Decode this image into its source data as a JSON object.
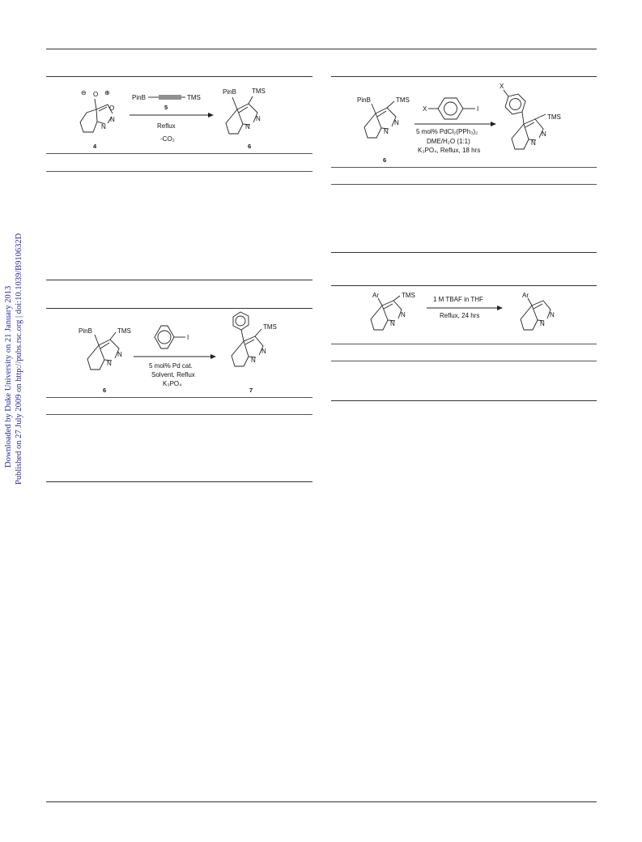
{
  "sidebar": {
    "line1": "Downloaded by Duke University on 21 January 2013",
    "line2": "Published on 27 July 2009 on http://pubs.rsc.org | doi:10.1039/B910632D"
  },
  "scheme1": {
    "reagent": "PinB",
    "reagent_end": "TMS",
    "reagent_num": "5",
    "cond1": "Reflux",
    "cond2": "-CO₂",
    "start_num": "4",
    "product_num": "6",
    "product_sub_left": "PinB",
    "product_sub_right": "TMS",
    "ring_O": "O",
    "ring_N1": "N",
    "ring_N2": "N",
    "minus": "⊖",
    "plus": "⊕"
  },
  "scheme2": {
    "sm_left": "PinB",
    "sm_right": "TMS",
    "sm_num": "6",
    "reagent_I": "I",
    "cond1": "5 mol% Pd cat.",
    "cond2": "Solvent, Reflux",
    "cond3": "K₃PO₄",
    "product_right": "TMS",
    "product_num": "7",
    "N1": "N",
    "N2": "N"
  },
  "scheme3": {
    "sm_left": "PinB",
    "sm_right": "TMS",
    "sm_num": "6",
    "reagent_X": "X",
    "reagent_I": "I",
    "cond1": "5 mol% PdCl₂(PPh₃)₂",
    "cond2": "DME/H₂O (1:1)",
    "cond3": "K₃PO₄, Reflux, 18 hrs",
    "product_X": "X",
    "product_right": "TMS",
    "N1": "N",
    "N2": "N"
  },
  "scheme4": {
    "sm_left": "Ar",
    "sm_right": "TMS",
    "cond1": "1 M TBAF in THF",
    "cond2": "Reflux, 24 hrs",
    "product_left": "Ar",
    "N1": "N",
    "N2": "N"
  }
}
